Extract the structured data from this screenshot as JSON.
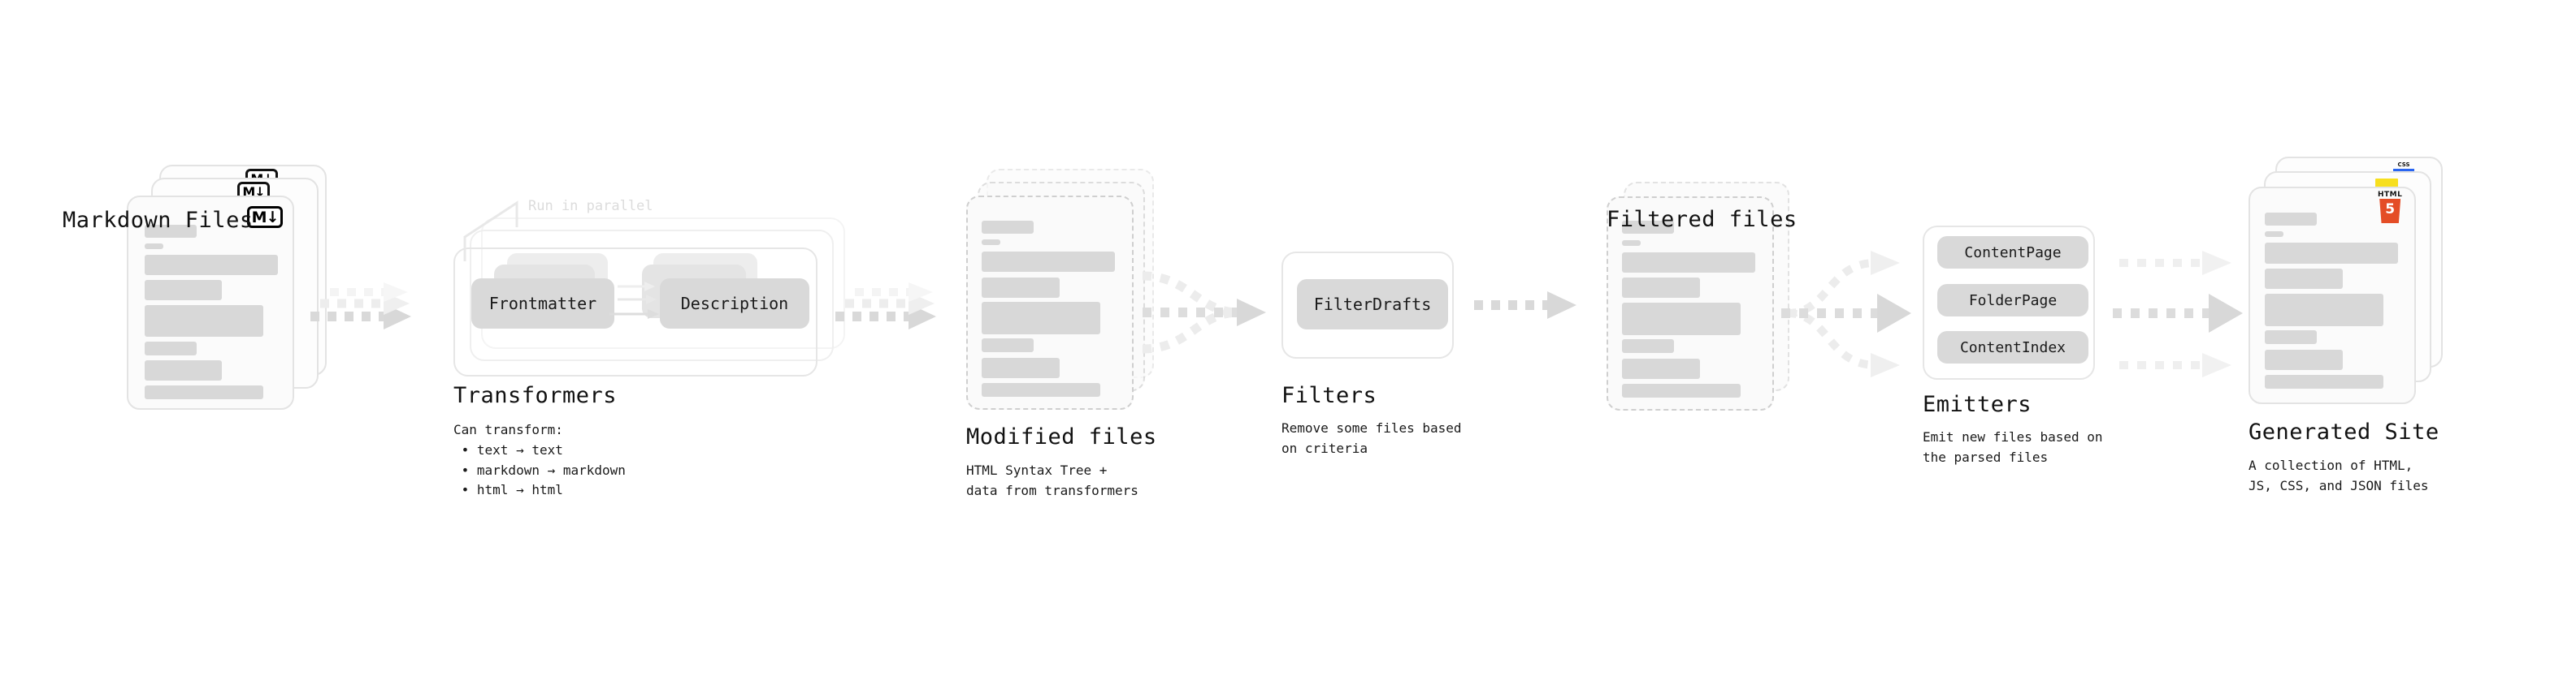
{
  "diagram": {
    "title_semantic": "quartz-build-pipeline",
    "accent_colors": {
      "skeleton": "#d8d8d8",
      "chip": "#d9d9d9",
      "arrow": "#d8d8d8",
      "border": "#e3e3e3",
      "dashed_border": "#cfcfcf",
      "html5": "#e44d26",
      "javascript": "#f7df1e",
      "css3": "#2965f1",
      "markdown_badge": "#000000"
    }
  },
  "stages": [
    {
      "id": "markdown-files",
      "title": "Markdown Files",
      "subtitle": "",
      "badge": "M↓",
      "badge_name": "markdown-badge"
    },
    {
      "id": "transformers",
      "title": "Transformers",
      "subtitle": "Can transform:\n • text → text\n • markdown → markdown\n • html → html",
      "note": "Run in parallel",
      "chips": [
        "Frontmatter",
        "Description"
      ]
    },
    {
      "id": "modified-files",
      "title": "Modified files",
      "subtitle": "HTML Syntax Tree +\ndata from transformers"
    },
    {
      "id": "filters",
      "title": "Filters",
      "subtitle": "Remove some files based\non criteria",
      "chips": [
        "FilterDrafts"
      ]
    },
    {
      "id": "filtered-files",
      "title": "Filtered files",
      "subtitle": ""
    },
    {
      "id": "emitters",
      "title": "Emitters",
      "subtitle": "Emit new files based on\nthe parsed files",
      "chips": [
        "ContentPage",
        "FolderPage",
        "ContentIndex"
      ]
    },
    {
      "id": "generated-site",
      "title": "Generated Site",
      "subtitle": "A collection of HTML,\nJS, CSS, and JSON files",
      "badges": [
        "HTML",
        "5",
        "CSS"
      ]
    }
  ],
  "html5_badge": {
    "word": "HTML",
    "digit": "5"
  },
  "css_badge": {
    "word": "CSS"
  }
}
